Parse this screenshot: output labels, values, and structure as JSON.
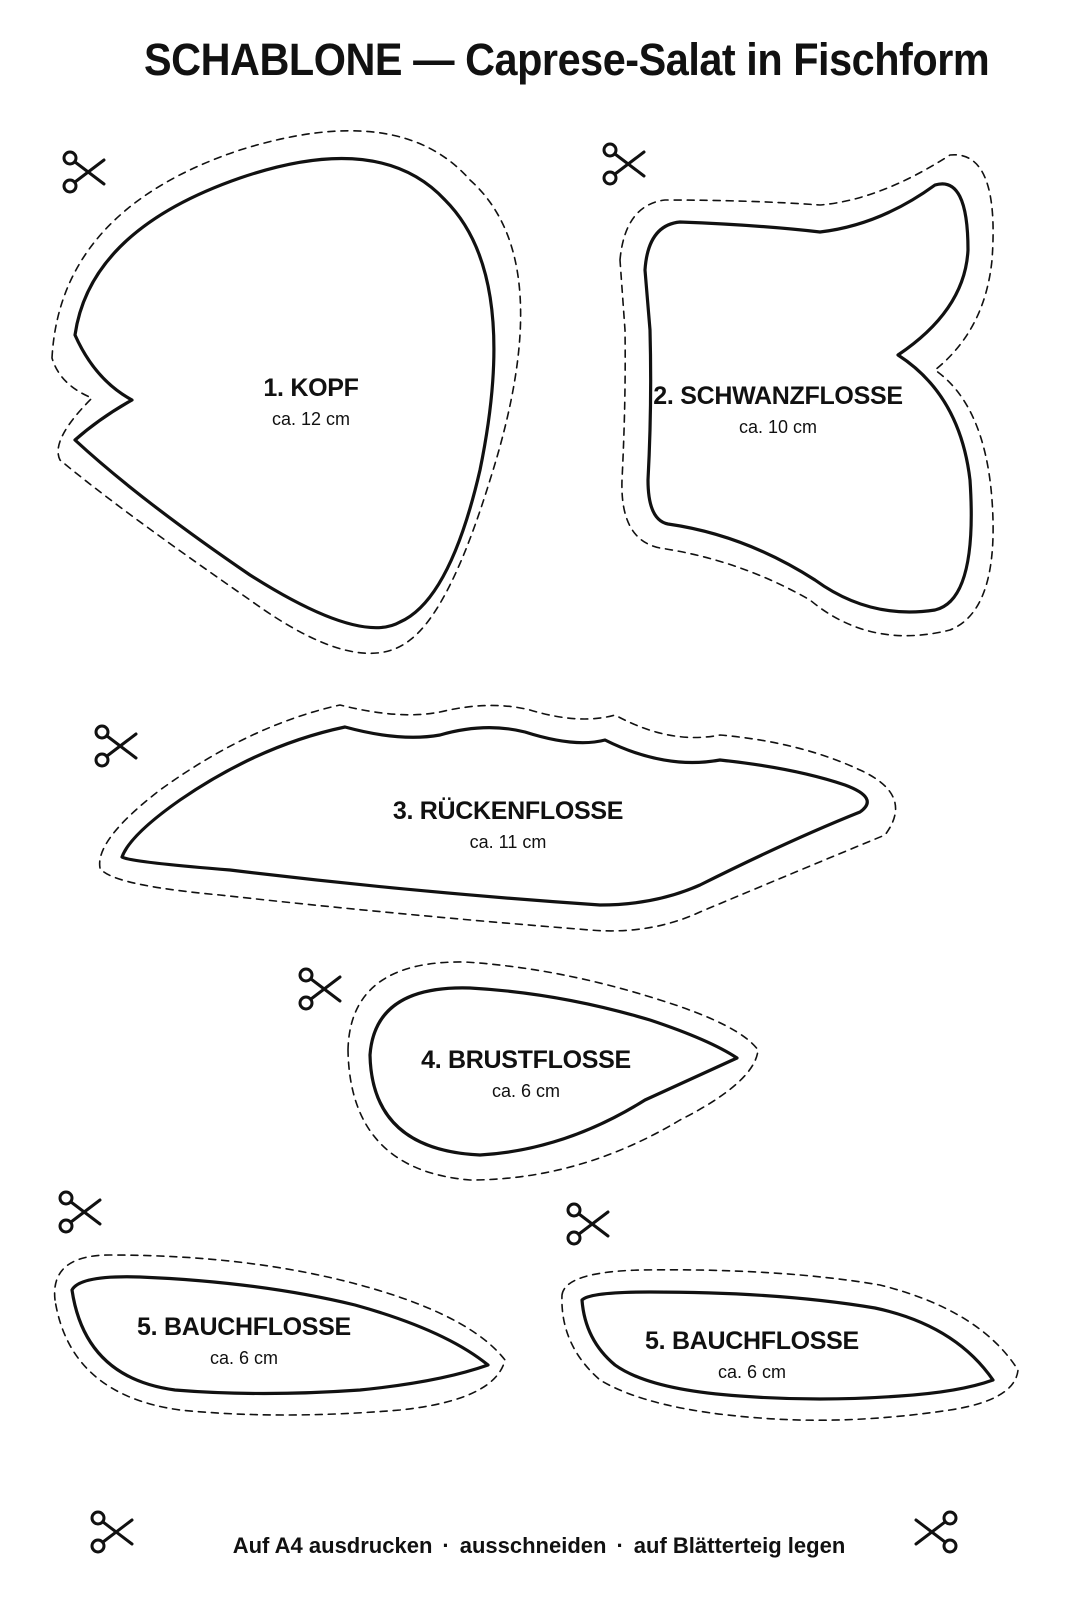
{
  "title": "SCHABLONE — Caprese-Salat in Fischform",
  "pieces": [
    {
      "name": "1. KOPF",
      "size": "ca. 12 cm"
    },
    {
      "name": "2. SCHWANZFLOSSE",
      "size": "ca. 10 cm"
    },
    {
      "name": "3. RÜCKENFLOSSE",
      "size": "ca. 11 cm"
    },
    {
      "name": "4. BRUSTFLOSSE",
      "size": "ca. 6 cm"
    },
    {
      "name": "5. BAUCHFLOSSE",
      "size": "ca. 6 cm"
    },
    {
      "name": "5. BAUCHFLOSSE",
      "size": "ca. 6 cm"
    }
  ],
  "footer": {
    "step1": "Auf A4 ausdrucken",
    "separator": "·",
    "step2": "ausschneiden",
    "step3": "auf Blätterteig legen"
  },
  "icons": {
    "cut_marker": "scissors-icon"
  },
  "colors": {
    "ink": "#111111",
    "paper": "#ffffff"
  }
}
